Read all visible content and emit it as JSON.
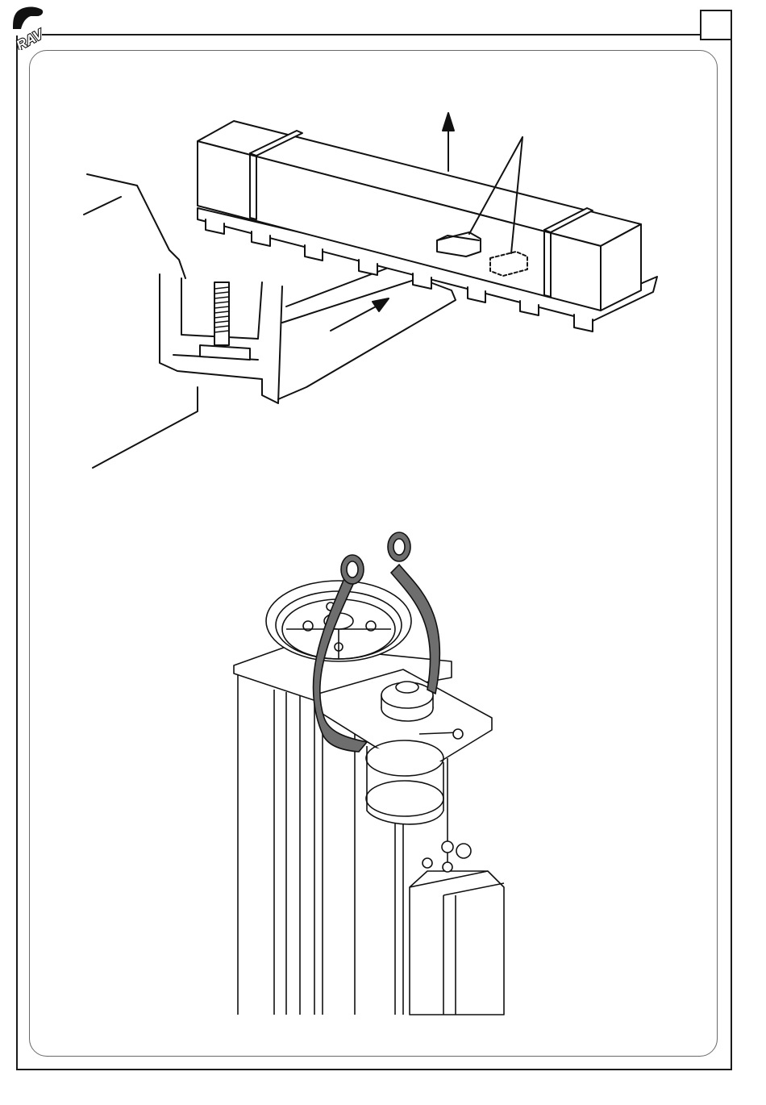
{
  "brand": {
    "logo_text": "RAV",
    "logo_icon": "rav-logo-icon"
  },
  "header": {
    "page_number": ""
  },
  "figures": {
    "top": "pallet-forklift-illustration",
    "bottom": "column-lifting-strap-illustration"
  }
}
